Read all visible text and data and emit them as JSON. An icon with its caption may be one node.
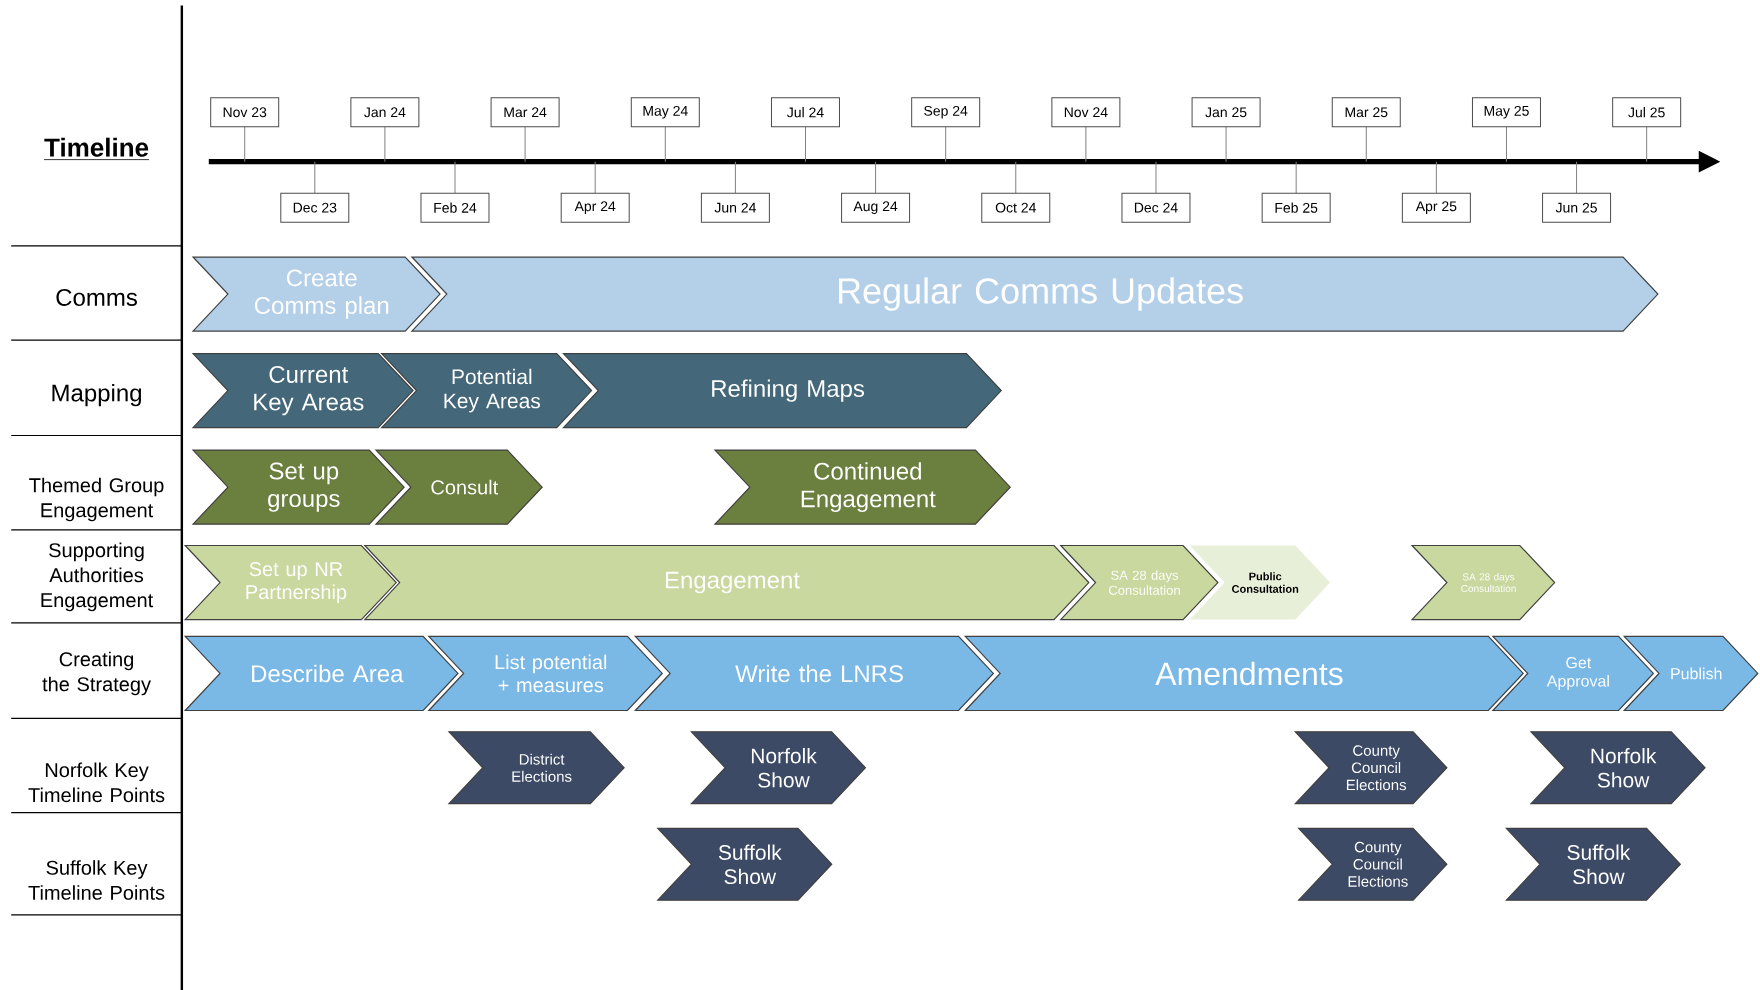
{
  "diagram": {
    "nodes": [
      {
        "text": [
          "Nov 23"
        ]
      },
      {
        "text": [
          "Dec 23"
        ]
      },
      {
        "text": [
          "Jan 24"
        ]
      },
      {
        "text": [
          "Feb 24"
        ]
      },
      {
        "text": [
          "Mar 24"
        ]
      },
      {
        "text": [
          "Apr 24"
        ]
      },
      {
        "text": [
          "May 24"
        ]
      },
      {
        "text": [
          "Jun 24"
        ]
      },
      {
        "text": [
          "Jul 24"
        ]
      },
      {
        "text": [
          "Aug 24"
        ]
      },
      {
        "text": [
          "Sep 24"
        ]
      },
      {
        "text": [
          "Oct 24"
        ]
      },
      {
        "text": [
          "Nov 24"
        ]
      },
      {
        "text": [
          "Dec 24"
        ]
      },
      {
        "text": [
          "Jan 25"
        ]
      },
      {
        "text": [
          "Feb 25"
        ]
      },
      {
        "text": [
          "Mar 25"
        ]
      },
      {
        "text": [
          "Apr 25"
        ]
      },
      {
        "text": [
          "May 25"
        ]
      },
      {
        "text": [
          "Jun 25"
        ]
      },
      {
        "text": [
          "Jul 25"
        ]
      },
      {
        "text": [
          "Create Comms plan"
        ]
      },
      {
        "text": [
          "Regular Comms Updates"
        ]
      },
      {
        "text": [
          "Current Key Areas"
        ]
      },
      {
        "text": [
          "Potential Key Areas"
        ]
      },
      {
        "text": [
          "Refining Maps"
        ]
      },
      {
        "text": [
          "Set up groups"
        ]
      },
      {
        "text": [
          "Consult"
        ]
      },
      {
        "text": [
          "Continued Engagement"
        ]
      },
      {
        "text": [
          "Set up NR Partnership"
        ]
      },
      {
        "text": [
          "Engagement"
        ]
      },
      {
        "text": [
          "SA 28 days Consultation"
        ]
      },
      {
        "text": [
          "Public Consultation"
        ]
      },
      {
        "text": [
          "SA 28 days Consultation"
        ]
      },
      {
        "text": [
          "Describe Area"
        ]
      },
      {
        "text": [
          "List potential + measures"
        ]
      },
      {
        "text": [
          "Write the LNRS"
        ]
      },
      {
        "text": [
          "Amendments"
        ]
      },
      {
        "text": [
          "Get Approval"
        ]
      },
      {
        "text": [
          "Publish"
        ]
      },
      {
        "text": [
          "District Elections"
        ]
      },
      {
        "text": [
          "Norfolk Show"
        ]
      },
      {
        "text": [
          "County Council Elections"
        ]
      },
      {
        "text": [
          "Norfolk Show"
        ]
      },
      {
        "text": [
          "Suffolk Show"
        ]
      },
      {
        "text": [
          "County Council Elections"
        ]
      },
      {
        "text": [
          "Suffolk Show"
        ]
      }
    ],
    "labels": [
      "Timeline",
      "Comms",
      "Mapping",
      "Themed Group Engagement",
      "Supporting Authorities Engagement",
      "Creating the Strategy",
      "Norfolk Key Timeline Points",
      "Suffolk Key Timeline Points"
    ]
  }
}
